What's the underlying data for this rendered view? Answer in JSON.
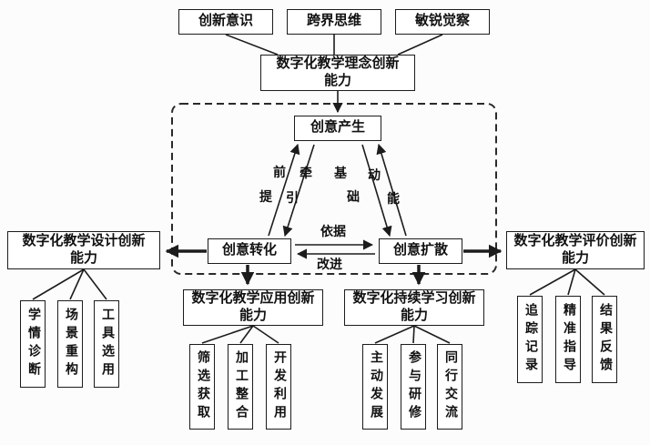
{
  "figure": {
    "top_nodes": [
      {
        "label": "创新意识"
      },
      {
        "label": "跨界思维"
      },
      {
        "label": "敏锐觉察"
      }
    ],
    "concept_capability": {
      "lines": [
        "数字化教学理念创新",
        "能力"
      ]
    },
    "core_cycle": {
      "generation": "创意产生",
      "transformation": "创意转化",
      "diffusion": "创意扩散",
      "edge_labels": {
        "premise": [
          "前",
          "提"
        ],
        "traction": [
          "牵",
          "引"
        ],
        "foundation": [
          "基",
          "础"
        ],
        "momentum": [
          "动",
          "能"
        ],
        "basis": "依据",
        "improvement": "改进"
      }
    },
    "design_capability": {
      "lines": [
        "数字化教学设计创新",
        "能力"
      ],
      "children": [
        "学情诊断",
        "场景重构",
        "工具选用"
      ]
    },
    "evaluation_capability": {
      "lines": [
        "数字化教学评价创新",
        "能力"
      ],
      "children": [
        "追踪记录",
        "精准指导",
        "结果反馈"
      ]
    },
    "application_capability": {
      "lines": [
        "数字化教学应用创新",
        "能力"
      ],
      "children": [
        "筛选获取",
        "加工整合",
        "开发利用"
      ]
    },
    "learning_capability": {
      "lines": [
        "数字化持续学习创新",
        "能力"
      ],
      "children": [
        "主动发展",
        "参与研修",
        "同行交流"
      ]
    }
  },
  "colors": {
    "line": "#1c1c1c",
    "box_border": "#1c1c1c",
    "background": "#fcfcfc",
    "text": "#111111"
  }
}
